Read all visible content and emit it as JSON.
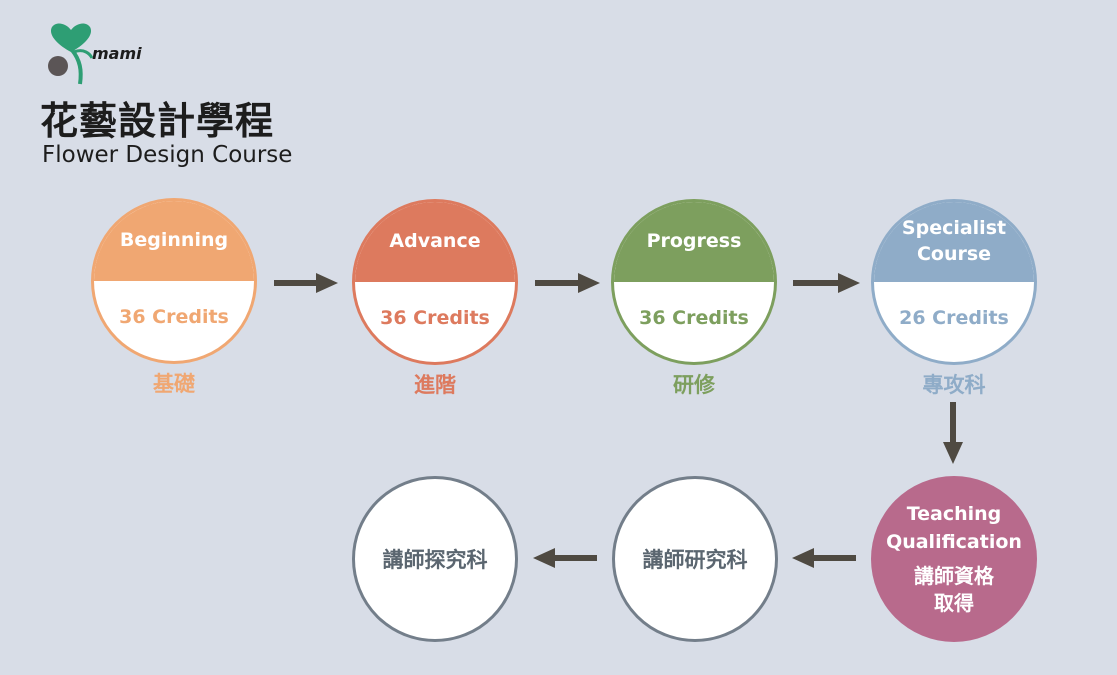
{
  "brand": {
    "logo_text": "mami",
    "colors": {
      "heart": "#2e9e74",
      "ball": "#5b5556"
    }
  },
  "title": {
    "zh": "花藝設計學程",
    "en": "Flower Design Course"
  },
  "stages": [
    {
      "id": "beginning",
      "name": "Beginning",
      "credits": "36 Credits",
      "zh": "基礎",
      "color": "#f0a772"
    },
    {
      "id": "advance",
      "name": "Advance",
      "credits": "36 Credits",
      "zh": "進階",
      "color": "#dd7a5e"
    },
    {
      "id": "progress",
      "name": "Progress",
      "credits": "36 Credits",
      "zh": "研修",
      "color": "#7d9f5e"
    },
    {
      "id": "specialist",
      "name_line1": "Specialist",
      "name_line2": "Course",
      "credits": "26 Credits",
      "zh": "專攻科",
      "color": "#8facc8"
    }
  ],
  "teaching": {
    "en_line1": "Teaching",
    "en_line2": "Qualification",
    "zh_line1": "講師資格",
    "zh_line2": "取得",
    "color": "#b86a8c"
  },
  "instructor_research": {
    "label": "講師研究科"
  },
  "instructor_exploration": {
    "label": "講師探究科"
  },
  "connector_color": "#4f4a42"
}
